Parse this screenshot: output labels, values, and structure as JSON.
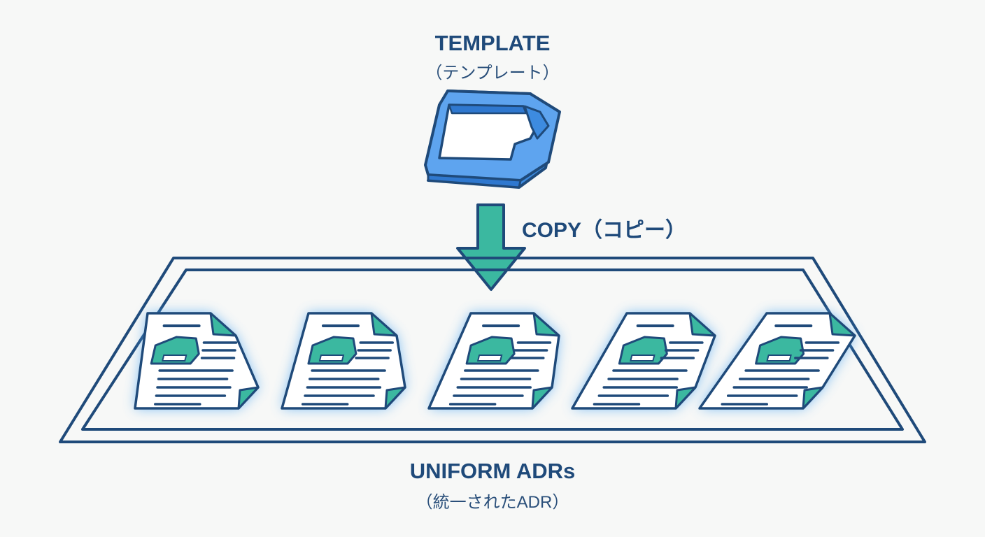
{
  "template": {
    "title": "TEMPLATE",
    "subtitle": "（テンプレート）"
  },
  "arrow": {
    "label": "COPY（コピー）"
  },
  "result": {
    "title": "UNIFORM ADRs",
    "subtitle": "（統一されたADR）",
    "document_count": 5
  },
  "colors": {
    "outline": "#1f4a7a",
    "template_blue": "#3d8be0",
    "accent_teal": "#3bb8a0",
    "glow": "#4fa6f0"
  }
}
